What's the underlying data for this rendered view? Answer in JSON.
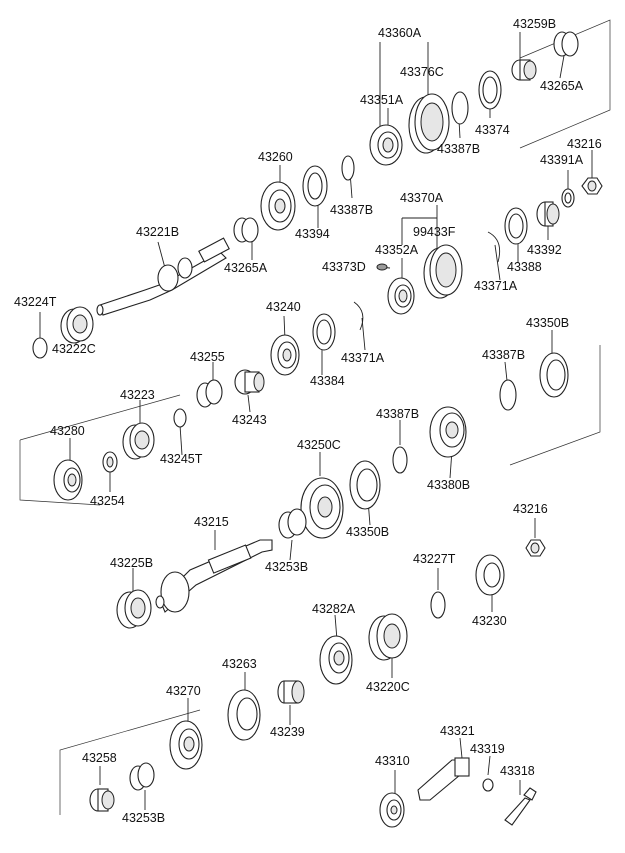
{
  "diagram": {
    "labels": [
      "43360A",
      "43259B",
      "43376C",
      "43265A",
      "43351A",
      "43374",
      "43387B",
      "43216",
      "43391A",
      "43260",
      "43387B",
      "43394",
      "43370A",
      "99433F",
      "43392",
      "43221B",
      "43352A",
      "43388",
      "43373D",
      "43265A",
      "43371A",
      "43224T",
      "43240",
      "43350B",
      "43222C",
      "43371A",
      "43384",
      "43255",
      "43387B",
      "43223",
      "43243",
      "43387B",
      "43280",
      "43245T",
      "43254",
      "43250C",
      "43380B",
      "43350B",
      "43215",
      "43216",
      "43253B",
      "43225B",
      "43227T",
      "43230",
      "43282A",
      "43263",
      "43220C",
      "43270",
      "43239",
      "43321",
      "43319",
      "43310",
      "43318",
      "43258",
      "43253B"
    ]
  }
}
